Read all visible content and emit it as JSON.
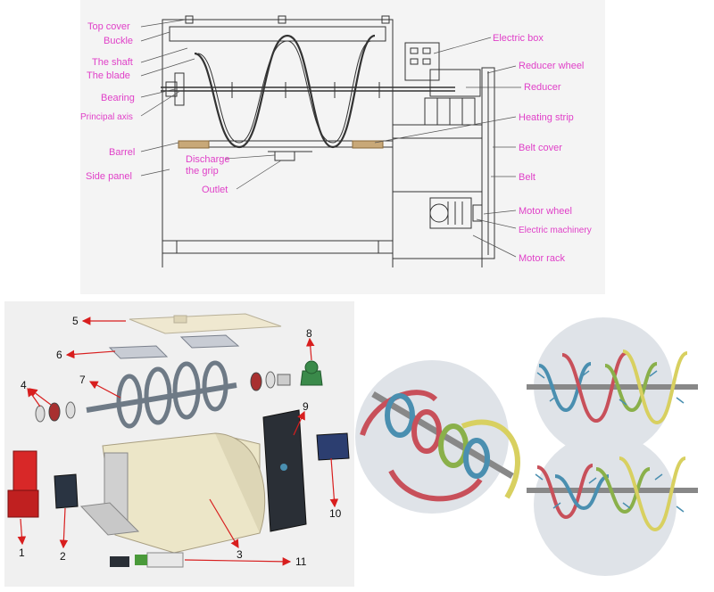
{
  "diagram": {
    "colors": {
      "label": "#e040c8",
      "line": "#333333",
      "arrow": "#d81e1e",
      "machine_red": "#d82828",
      "blade_grey": "#6e7a86",
      "barrel_cream": "#ece6c8",
      "panel_dark": "#2a2f36",
      "ribbon_red": "#c8505a",
      "ribbon_blue": "#4a8fb0",
      "ribbon_green": "#8ab04a",
      "ribbon_yellow": "#d8d060"
    },
    "top_labels": {
      "top_cover": "Top cover",
      "buckle": "Buckle",
      "the_shaft": "The shaft",
      "the_blade": "The blade",
      "bearing": "Bearing",
      "principal_axis": "Principal axis",
      "barrel": "Barrel",
      "discharge_1": "Discharge",
      "discharge_2": "the grip",
      "side_panel": "Side panel",
      "outlet": "Outlet",
      "electric_box": "Electric box",
      "reducer_wheel": "Reducer wheel",
      "reducer": "Reducer",
      "heating_strip": "Heating strip",
      "belt_cover": "Belt cover",
      "belt": "Belt",
      "motor_wheel": "Motor wheel",
      "electric_machinery": "Electric machinery",
      "motor_rack": "Motor rack"
    },
    "part_numbers": {
      "n1": "1",
      "n2": "2",
      "n3": "3",
      "n4": "4",
      "n5": "5",
      "n6": "6",
      "n7": "7",
      "n8": "8",
      "n9": "9",
      "n10": "10",
      "n11": "11"
    }
  }
}
